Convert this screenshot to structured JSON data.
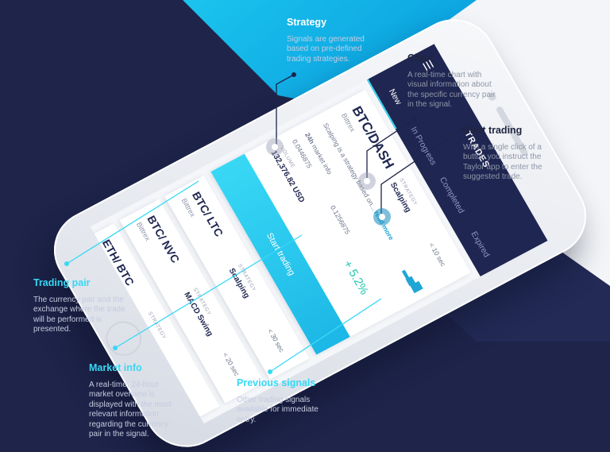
{
  "annotations": {
    "strategy": {
      "title": "Strategy",
      "text": [
        "Signals are generated",
        "based on pre-defined",
        "trading strategies."
      ]
    },
    "chart": {
      "title": "Chart",
      "text": [
        "A real-time chart with",
        "visual information about",
        "the specific currency pair",
        "in the signal."
      ]
    },
    "start_trading": {
      "title": "Start trading",
      "text": [
        "With a single click of a",
        "button you instruct the",
        "Taylor app to enter the",
        "suggested trade."
      ]
    },
    "trading_pair": {
      "title": "Trading pair",
      "text": [
        "The currency pair and the",
        "exchange where the trade",
        "will be performed is",
        "presented."
      ]
    },
    "market_info": {
      "title": "Market info",
      "text": [
        "A real-time, 24-hour",
        "market overview is",
        "displayed with the most",
        "relevant information",
        "regarding the currency",
        "pair in the signal."
      ]
    },
    "previous_signals": {
      "title": "Previous signals",
      "text": [
        "Other trading signals",
        "available for immediate",
        "entry."
      ]
    }
  },
  "app": {
    "title": "TRADES",
    "menu_icon": "hamburger-icon",
    "tabs": [
      "New",
      "In Progress",
      "Completed",
      "Expired"
    ],
    "main_signal": {
      "pair": "BTC/DASH",
      "exchange": "Bittrex",
      "strategy_label": "STRATEGY",
      "strategy": "Scalping",
      "time": "< 10 sec",
      "description": "Scalping is a strategy based on...",
      "read_more": "read more",
      "market_label": "24h",
      "market_text": "market info",
      "price_low": "0.0446875",
      "price_high": "0.1256875",
      "volume_label": "VOLUME",
      "volume": "132,376.82 USD",
      "change": "+ 5.2%",
      "button": "Start trading"
    },
    "previous": [
      {
        "pair": "BTC/ LTC",
        "exchange": "Bittrex",
        "strategy_label": "STRATEGY",
        "strategy": "Scalping",
        "time": "< 30 sec"
      },
      {
        "pair": "BTC/ NVC",
        "exchange": "Bittrex",
        "strategy_label": "STRATEGY",
        "strategy": "MACD Swing",
        "time": "< 20 sec"
      },
      {
        "pair": "ETH/ BTC",
        "exchange": "",
        "strategy_label": "STRATEGY",
        "strategy": "",
        "time": ""
      }
    ]
  },
  "colors": {
    "navy": "#1f2651",
    "cyan": "#38d8f5",
    "accent_blue": "#1fa6d6",
    "green": "#23c7b0"
  }
}
